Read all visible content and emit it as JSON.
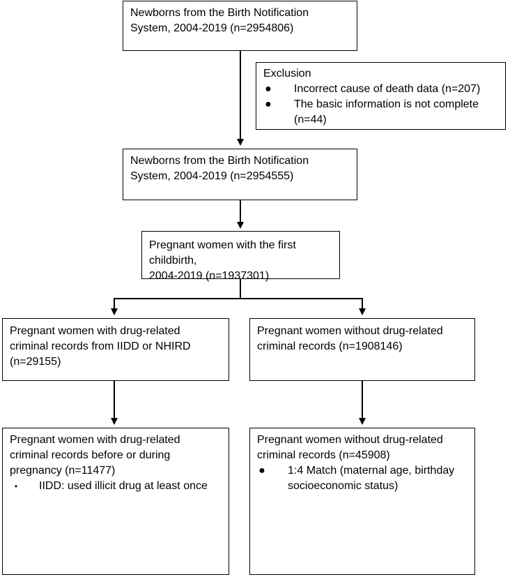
{
  "boxes": {
    "newborns_all": {
      "text": "Newborns from the Birth Notification\nSystem, 2004-2019 (n=2954806)"
    },
    "exclusion": {
      "title": "Exclusion",
      "items": [
        "Incorrect cause of death data (n=207)",
        "The basic information is not complete\n(n=44)"
      ]
    },
    "newborns_valid": {
      "text": "Newborns from the Birth Notification\nSystem, 2004-2019 (n=2954555)"
    },
    "first_childbirth": {
      "text": "Pregnant women with the first childbirth,\n2004-2019 (n=1937301)"
    },
    "drug_records": {
      "text": "Pregnant women with drug-related\ncriminal records from IIDD or NHIRD\n(n=29155)"
    },
    "no_drug_records": {
      "text": "Pregnant women without drug-related\ncriminal records (n=1908146)"
    },
    "drug_before_pregnancy": {
      "text": "Pregnant women with drug-related\ncriminal records before or during\npregnancy (n=11477)",
      "items": [
        "IIDD: used illicit drug at least once"
      ]
    },
    "matched_controls": {
      "text": "Pregnant women without drug-related\ncriminal records (n=45908)",
      "items": [
        "1:4 Match (maternal age, birthday\nsocioeconomic status)"
      ]
    }
  },
  "colors": {
    "stroke": "#000000",
    "background": "#ffffff"
  }
}
